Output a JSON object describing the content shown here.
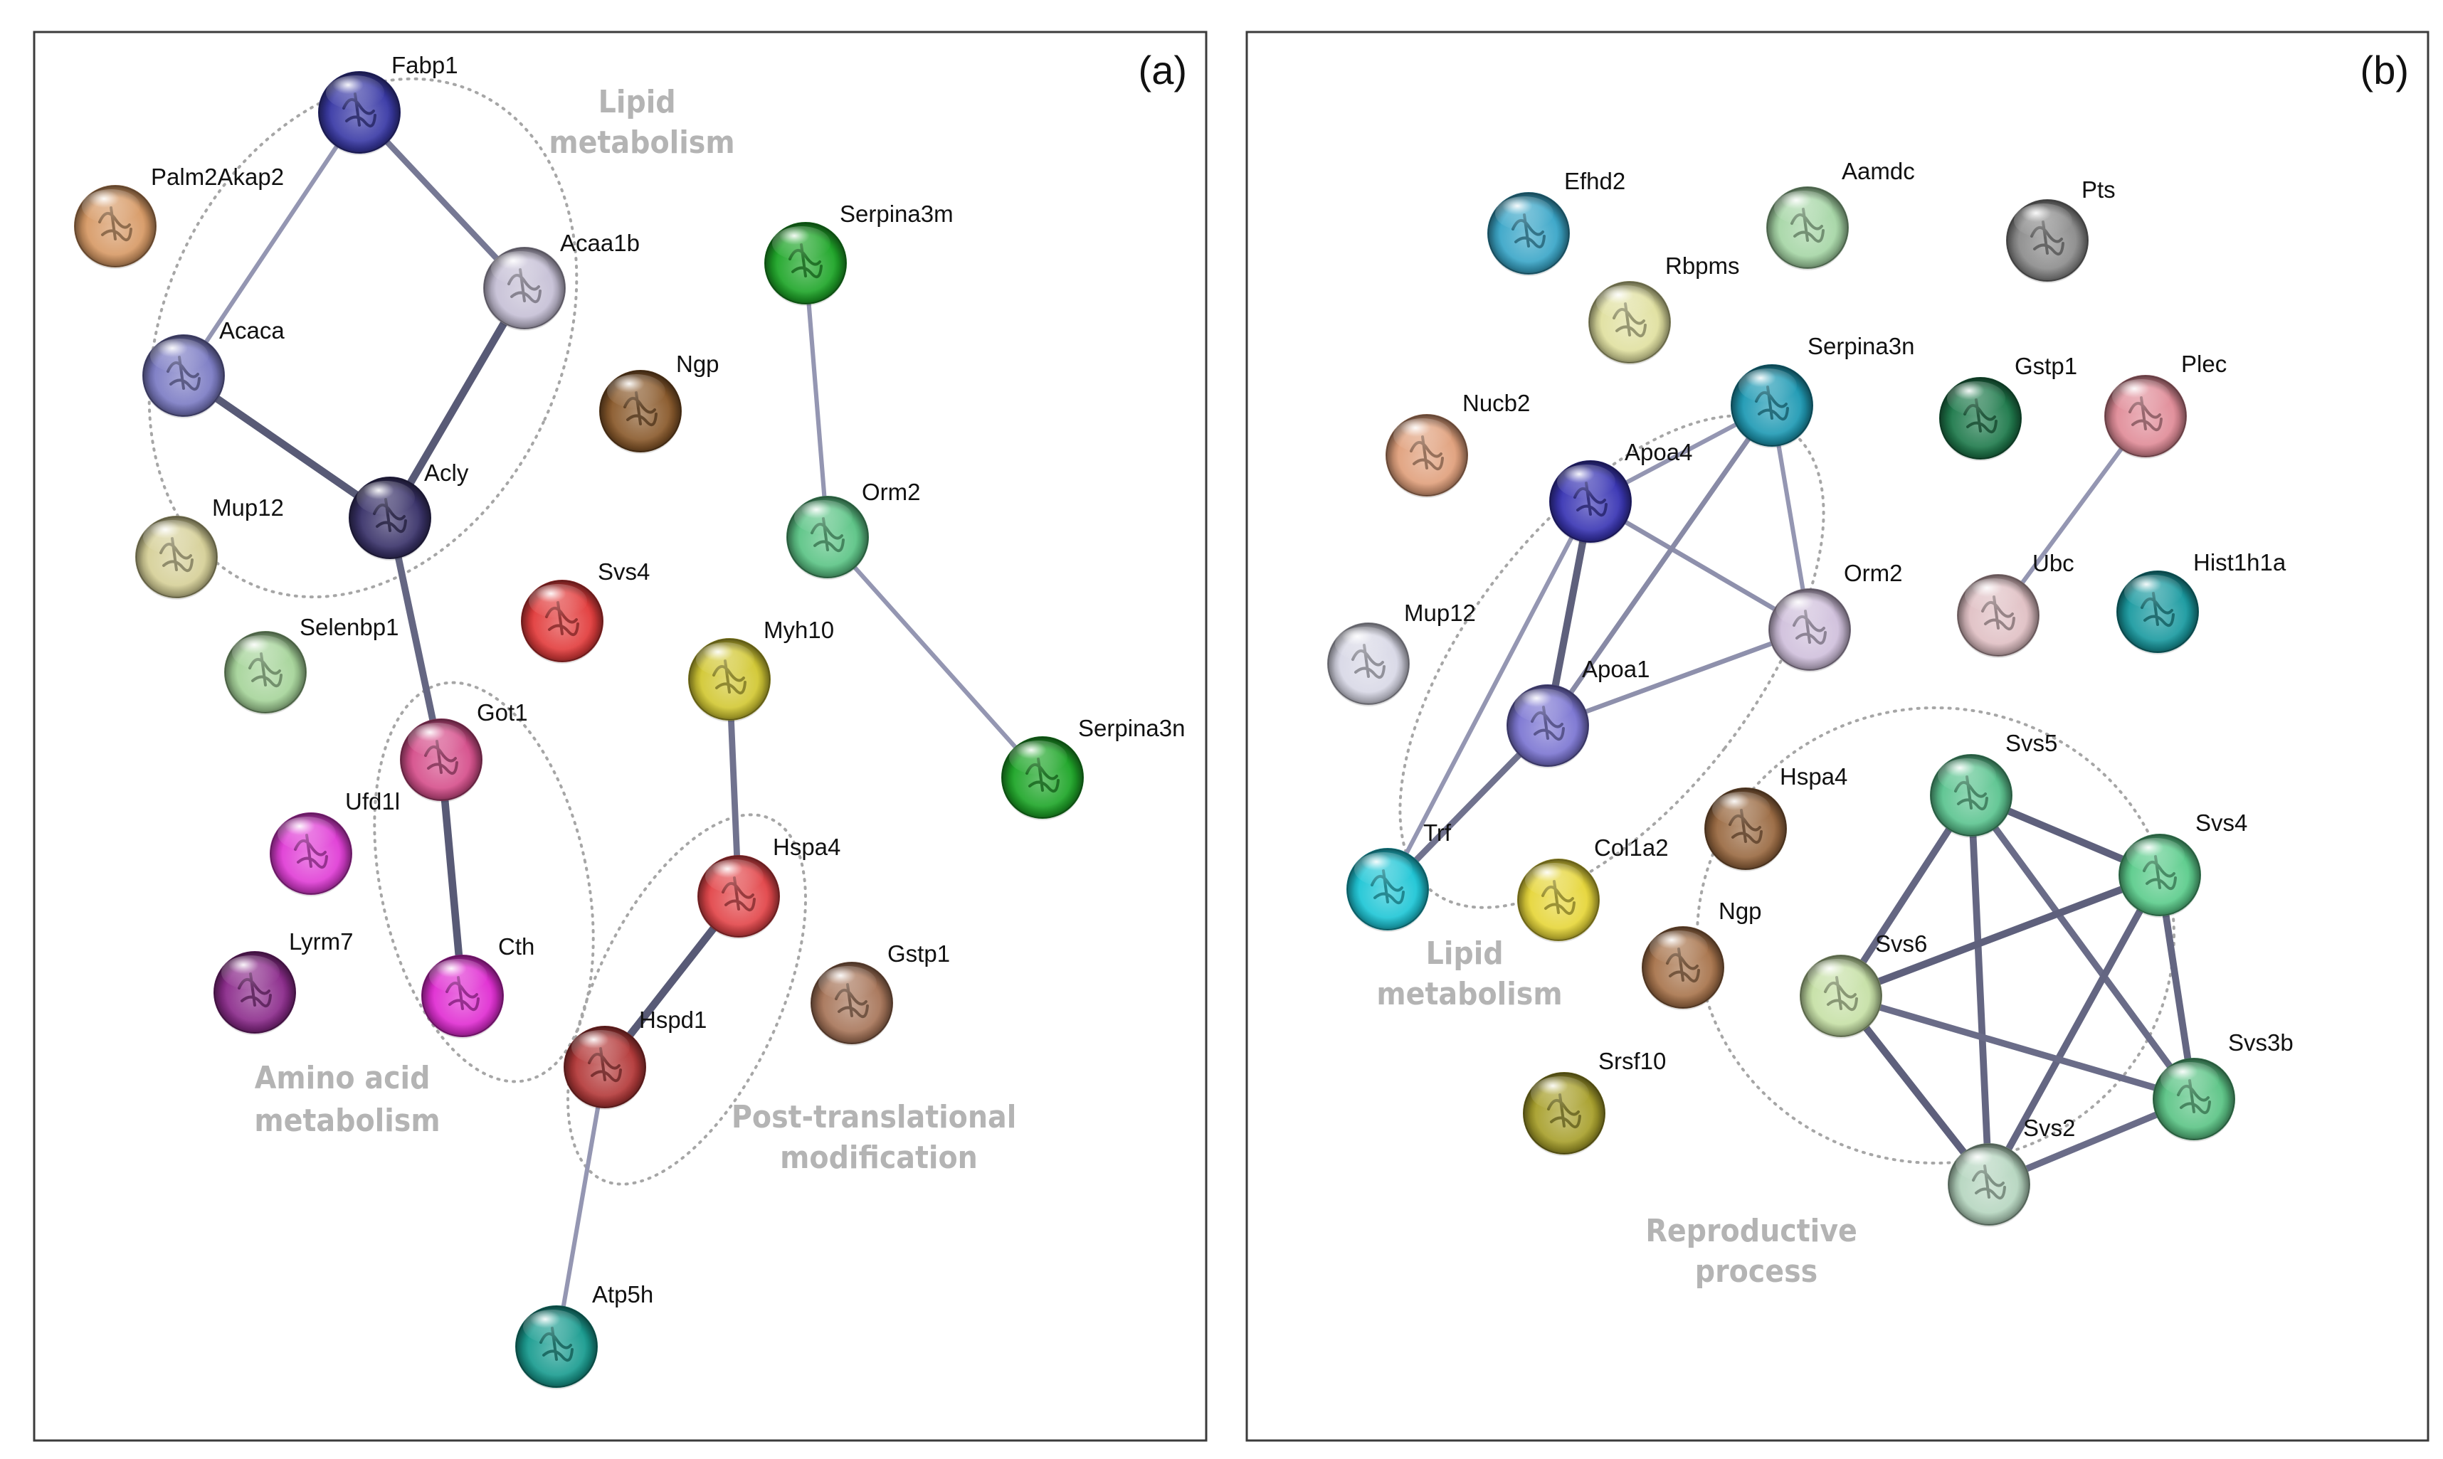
{
  "panels": [
    {
      "label": "(a)",
      "nodes": [
        {
          "id": "Fabp1",
          "color": "#3a3aa6"
        },
        {
          "id": "Palm2Akap2",
          "color": "#d79a66"
        },
        {
          "id": "Acaa1b",
          "color": "#c6c0d6"
        },
        {
          "id": "Acaca",
          "color": "#7c7cc4"
        },
        {
          "id": "Serpina3m",
          "color": "#1fa629"
        },
        {
          "id": "Ngp",
          "color": "#8a5a2c"
        },
        {
          "id": "Acly",
          "color": "#3a336a"
        },
        {
          "id": "Orm2",
          "color": "#5cc486"
        },
        {
          "id": "Mup12",
          "color": "#d6d098"
        },
        {
          "id": "Svs4",
          "color": "#e23d3d"
        },
        {
          "id": "Selenbp1",
          "color": "#a6d49a"
        },
        {
          "id": "Myh10",
          "color": "#d2c834"
        },
        {
          "id": "Got1",
          "color": "#d6508c"
        },
        {
          "id": "Serpina3n",
          "color": "#1fa629"
        },
        {
          "id": "Ufd1l",
          "color": "#e03ed6"
        },
        {
          "id": "Hspa4",
          "color": "#e2464a"
        },
        {
          "id": "Lyrm7",
          "color": "#8c2c8c"
        },
        {
          "id": "Cth",
          "color": "#e02ed2"
        },
        {
          "id": "Gstp1",
          "color": "#a8765a"
        },
        {
          "id": "Hspd1",
          "color": "#b43a3a"
        },
        {
          "id": "Atp5h",
          "color": "#1a9c90"
        }
      ],
      "edges": [
        {
          "source": "Fabp1",
          "target": "Acaa1b",
          "strength": 0.6
        },
        {
          "source": "Fabp1",
          "target": "Acaca",
          "strength": 0.35
        },
        {
          "source": "Acaca",
          "target": "Acly",
          "strength": 0.85
        },
        {
          "source": "Acaa1b",
          "target": "Acly",
          "strength": 0.85
        },
        {
          "source": "Acly",
          "target": "Got1",
          "strength": 0.75
        },
        {
          "source": "Got1",
          "target": "Cth",
          "strength": 0.85
        },
        {
          "source": "Serpina3m",
          "target": "Orm2",
          "strength": 0.35
        },
        {
          "source": "Orm2",
          "target": "Serpina3n",
          "strength": 0.35
        },
        {
          "source": "Myh10",
          "target": "Hspa4",
          "strength": 0.65
        },
        {
          "source": "Hspa4",
          "target": "Hspd1",
          "strength": 0.85
        },
        {
          "source": "Hspd1",
          "target": "Atp5h",
          "strength": 0.35
        }
      ],
      "clusters": [
        {
          "id": "lipid",
          "lines": [
            "Lipid",
            "metabolism"
          ]
        },
        {
          "id": "amino",
          "lines": [
            "Amino acid",
            "metabolism"
          ]
        },
        {
          "id": "ptm",
          "lines": [
            "Post-translational",
            "modification"
          ]
        }
      ]
    },
    {
      "label": "(b)",
      "nodes": [
        {
          "id": "Efhd2",
          "color": "#3aa6c8"
        },
        {
          "id": "Aamdc",
          "color": "#a6d6a6"
        },
        {
          "id": "Pts",
          "color": "#8c8c8c"
        },
        {
          "id": "Rbpms",
          "color": "#e0e0a0"
        },
        {
          "id": "Serpina3n",
          "color": "#1f9ab4"
        },
        {
          "id": "Gstp1",
          "color": "#1f7a4c"
        },
        {
          "id": "Plec",
          "color": "#e08c98"
        },
        {
          "id": "Nucb2",
          "color": "#e0a07c"
        },
        {
          "id": "Apoa4",
          "color": "#3a36b4"
        },
        {
          "id": "Orm2",
          "color": "#d0c0dc"
        },
        {
          "id": "Ubc",
          "color": "#e0c0c4"
        },
        {
          "id": "Hist1h1a",
          "color": "#1a9aa0"
        },
        {
          "id": "Mup12",
          "color": "#d8d8e6"
        },
        {
          "id": "Apoa1",
          "color": "#7c76d2"
        },
        {
          "id": "Hspa4",
          "color": "#9a6a42"
        },
        {
          "id": "Svs5",
          "color": "#5cc490"
        },
        {
          "id": "Svs4",
          "color": "#5ccc8c"
        },
        {
          "id": "Trf",
          "color": "#1fc6d6"
        },
        {
          "id": "Col1a2",
          "color": "#e6d63a"
        },
        {
          "id": "Svs6",
          "color": "#c6e0a6"
        },
        {
          "id": "Ngp",
          "color": "#a8744c"
        },
        {
          "id": "Svs3b",
          "color": "#5cc486"
        },
        {
          "id": "Srsf10",
          "color": "#a8a02c"
        },
        {
          "id": "Svs2",
          "color": "#b6d6c0"
        }
      ],
      "edges": [
        {
          "source": "Apoa4",
          "target": "Serpina3n",
          "strength": 0.35
        },
        {
          "source": "Apoa4",
          "target": "Orm2",
          "strength": 0.4
        },
        {
          "source": "Apoa4",
          "target": "Apoa1",
          "strength": 0.8
        },
        {
          "source": "Apoa4",
          "target": "Trf",
          "strength": 0.35
        },
        {
          "source": "Serpina3n",
          "target": "Orm2",
          "strength": 0.35
        },
        {
          "source": "Serpina3n",
          "target": "Apoa1",
          "strength": 0.45
        },
        {
          "source": "Orm2",
          "target": "Apoa1",
          "strength": 0.4
        },
        {
          "source": "Apoa1",
          "target": "Trf",
          "strength": 0.65
        },
        {
          "source": "Ubc",
          "target": "Plec",
          "strength": 0.35
        },
        {
          "source": "Svs5",
          "target": "Svs4",
          "strength": 0.8
        },
        {
          "source": "Svs5",
          "target": "Svs6",
          "strength": 0.75
        },
        {
          "source": "Svs5",
          "target": "Svs2",
          "strength": 0.75
        },
        {
          "source": "Svs5",
          "target": "Svs3b",
          "strength": 0.7
        },
        {
          "source": "Svs4",
          "target": "Svs6",
          "strength": 0.8
        },
        {
          "source": "Svs4",
          "target": "Svs2",
          "strength": 0.75
        },
        {
          "source": "Svs4",
          "target": "Svs3b",
          "strength": 0.75
        },
        {
          "source": "Svs6",
          "target": "Svs3b",
          "strength": 0.7
        },
        {
          "source": "Svs6",
          "target": "Svs2",
          "strength": 0.8
        },
        {
          "source": "Svs3b",
          "target": "Svs2",
          "strength": 0.7
        }
      ],
      "clusters": [
        {
          "id": "lipid",
          "lines": [
            "Lipid",
            "metabolism"
          ]
        },
        {
          "id": "repro",
          "lines": [
            "Reproductive",
            "process"
          ]
        }
      ]
    }
  ]
}
